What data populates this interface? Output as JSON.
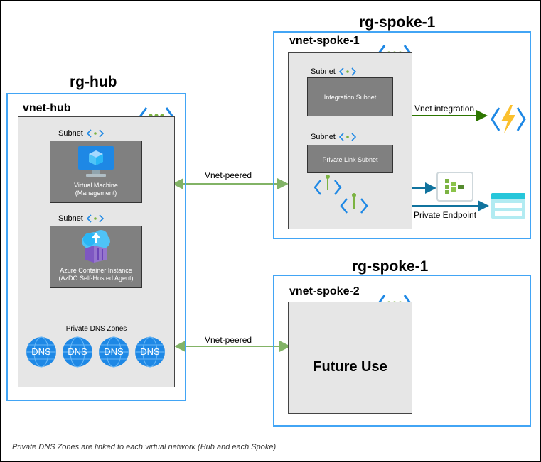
{
  "rg_hub": {
    "title": "rg-hub",
    "vnet": "vnet-hub"
  },
  "rg_spoke_a": {
    "title": "rg-spoke-1",
    "vnet": "vnet-spoke-1"
  },
  "rg_spoke_b": {
    "title": "rg-spoke-1",
    "vnet": "vnet-spoke-2"
  },
  "hub": {
    "subnet_label_1": "Subnet",
    "subnet_label_2": "Subnet",
    "vm_caption_1": "Virtual Machine",
    "vm_caption_2": "(Management)",
    "aci_caption_1": "Azure Container Instance",
    "aci_caption_2": "(AzDO Self-Hosted Agent)",
    "dns_zones_label": "Private DNS Zones",
    "dns_badges": [
      "DNS",
      "DNS",
      "DNS",
      "DNS"
    ]
  },
  "spoke1": {
    "subnet_label_1": "Subnet",
    "subnet_label_2": "Subnet",
    "integration_subnet": "Integration Subnet",
    "private_link_subnet": "Private Link Subnet",
    "vnet_integration_label": "Vnet integration",
    "private_endpoint_label": "Private Endpoint"
  },
  "spoke2": {
    "future_use": "Future Use"
  },
  "peering": {
    "label_top": "Vnet-peered",
    "label_bottom": "Vnet-peered"
  },
  "footer": {
    "note": "Private DNS Zones are linked to each virtual network (Hub and each Spoke)"
  },
  "colors": {
    "rg_border": "#42a5f5",
    "peer_arrow": "#82b366",
    "vnet_integration_arrow": "#2d7600",
    "endpoint_arrow": "#10739e"
  },
  "icons": [
    "vnet-icon",
    "subnet-icon",
    "virtual-machine-icon",
    "container-instance-icon",
    "dns-zone-icon",
    "function-app-icon",
    "event-hub-icon",
    "storage-icon",
    "private-endpoint-icon"
  ]
}
